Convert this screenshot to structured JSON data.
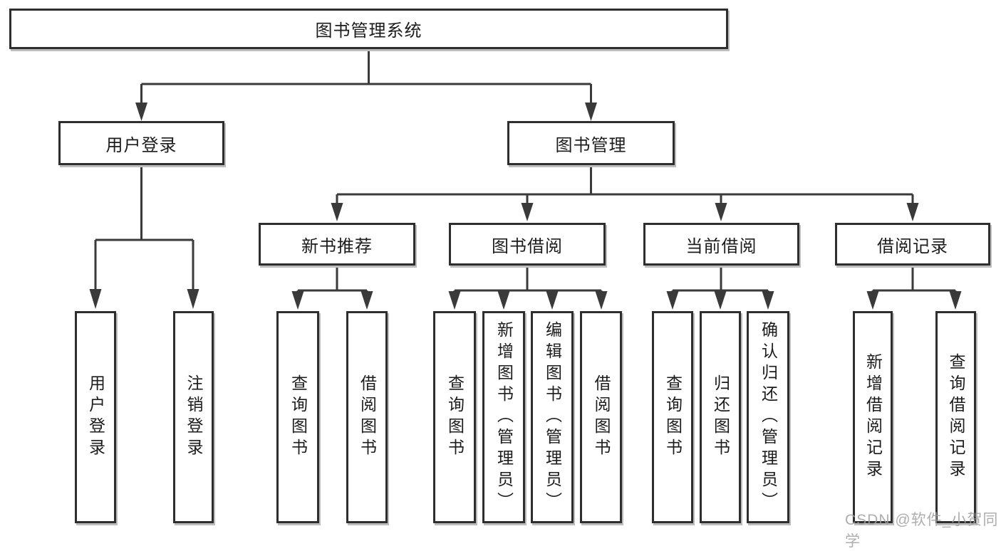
{
  "diagram": {
    "watermark": "CSDN @软件_小贺同学",
    "colors": {
      "line": "#3a3a3a",
      "box_border": "#2e2e2e",
      "box_fill": "#ffffff",
      "text": "#1c1c1c",
      "shadow": "#bdbdbd",
      "watermark": "#a0a0a0",
      "background": "#ffffff"
    },
    "tree": {
      "root": "图书管理系统",
      "children": [
        {
          "label": "用户登录",
          "children": [
            "用户登录",
            "注销登录"
          ]
        },
        {
          "label": "图书管理",
          "children": [
            {
              "label": "新书推荐",
              "children": [
                "查询图书",
                "借阅图书"
              ]
            },
            {
              "label": "图书借阅",
              "children": [
                "查询图书",
                "新增图书（管理员）",
                "编辑图书（管理员）",
                "借阅图书"
              ]
            },
            {
              "label": "当前借阅",
              "children": [
                "查询图书",
                "归还图书",
                "确认归还（管理员）"
              ]
            },
            {
              "label": "借阅记录",
              "children": [
                "新增借阅记录",
                "查询借阅记录"
              ]
            }
          ]
        }
      ]
    }
  }
}
